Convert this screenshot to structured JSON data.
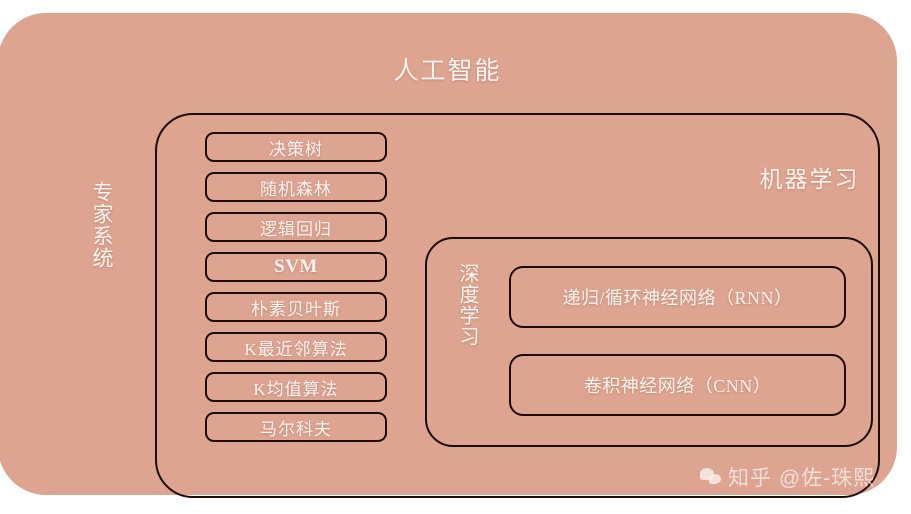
{
  "diagram": {
    "title": "人工智能",
    "background_color": "#dda492",
    "text_color": "#fdf3ef",
    "stroke_color": "#1d0d0a",
    "expert_system": {
      "label": "专家系统",
      "algorithms": [
        {
          "label": "决策树",
          "script": "cjk"
        },
        {
          "label": "随机森林",
          "script": "cjk"
        },
        {
          "label": "逻辑回归",
          "script": "cjk"
        },
        {
          "label": "SVM",
          "script": "latin"
        },
        {
          "label": "朴素贝叶斯",
          "script": "cjk"
        },
        {
          "label": "K最近邻算法",
          "script": "cjk"
        },
        {
          "label": "K均值算法",
          "script": "cjk"
        },
        {
          "label": "马尔科夫",
          "script": "cjk"
        }
      ]
    },
    "machine_learning": {
      "label": "机器学习",
      "deep_learning": {
        "label": "深度学习",
        "networks": [
          {
            "label": "递归/循环神经网络（RNN）"
          },
          {
            "label": "卷积神经网络（CNN）"
          }
        ]
      }
    }
  },
  "watermark": {
    "icon": "wechat-icon",
    "text": "知乎 @佐-珠熙"
  }
}
